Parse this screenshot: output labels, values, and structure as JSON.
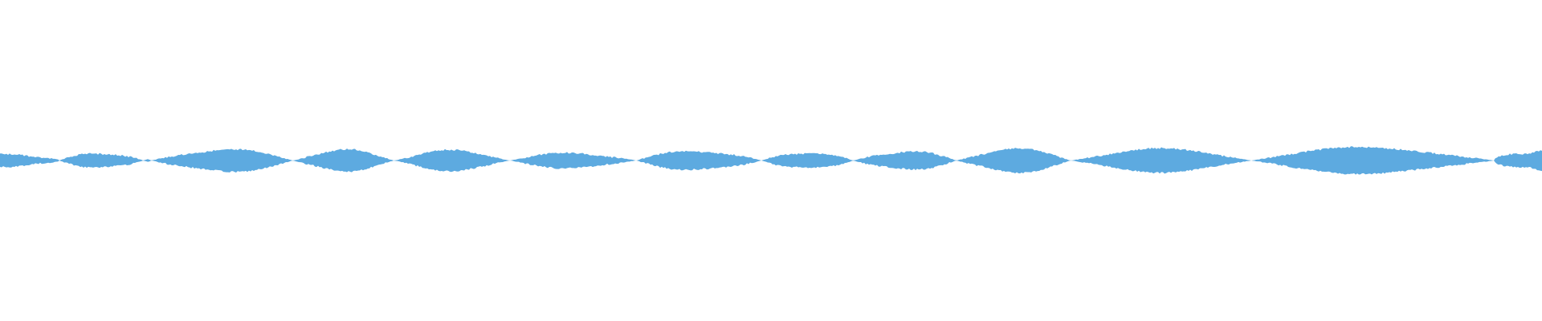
{
  "waveform": {
    "color": "#5DAAE0",
    "node_times": [
      0,
      0.0384,
      0.0931,
      0.0981,
      0.19,
      0.2556,
      0.3306,
      0.4125,
      0.4938,
      0.5534,
      0.6203,
      0.6944,
      0.8115,
      0.9688,
      1.0
    ],
    "segment_peaks": [
      0.28,
      0.35,
      0.06,
      0.5,
      0.45,
      0.42,
      0.33,
      0.45,
      0.38,
      0.42,
      0.5,
      0.48,
      0.55,
      0.45
    ]
  }
}
